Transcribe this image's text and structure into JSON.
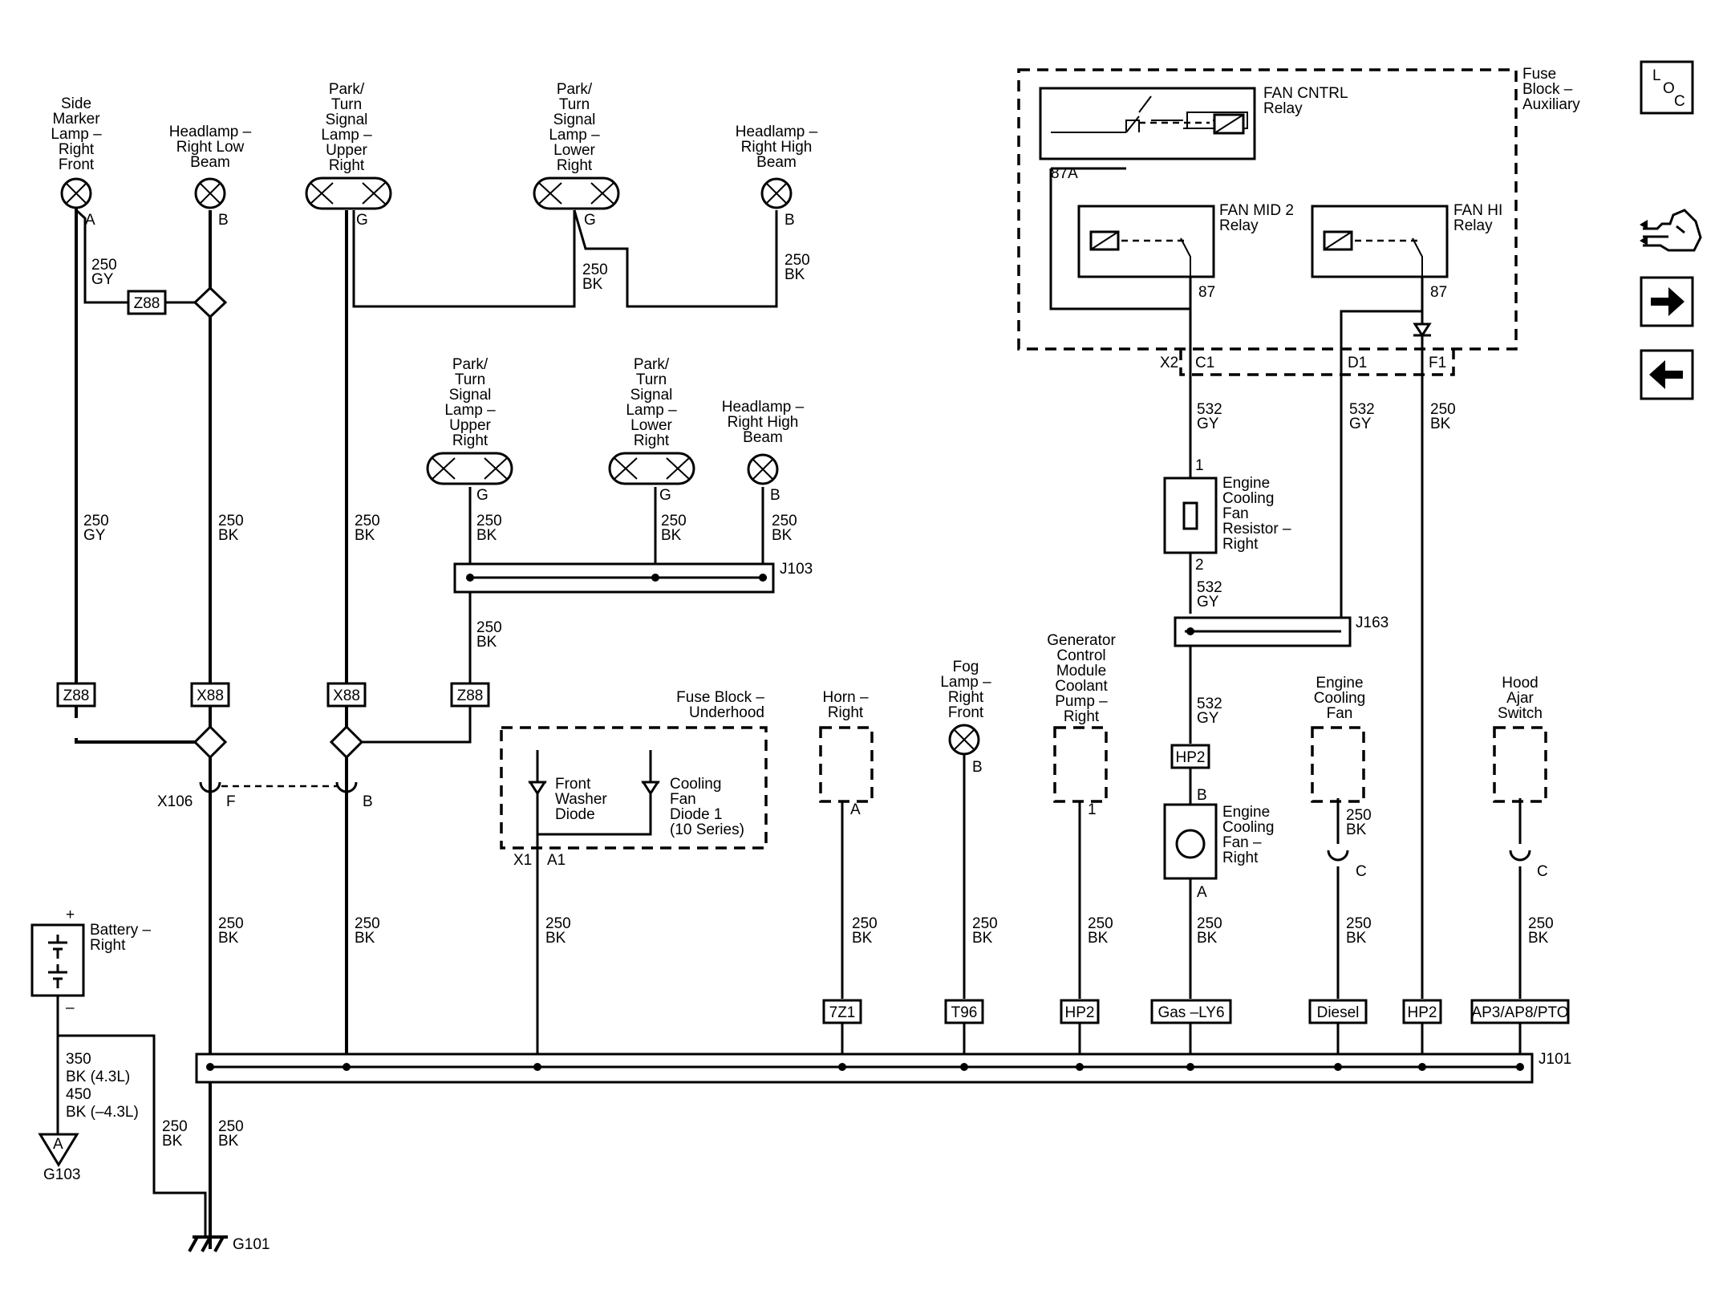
{
  "components": {
    "side_marker_lamp": [
      "Side",
      "Marker",
      "Lamp –",
      "Right",
      "Front"
    ],
    "headlamp_low": [
      "Headlamp –",
      "Right Low",
      "Beam"
    ],
    "park_upper_top": [
      "Park/",
      "Turn",
      "Signal",
      "Lamp –",
      "Upper",
      "Right"
    ],
    "park_lower_top": [
      "Park/",
      "Turn",
      "Signal",
      "Lamp –",
      "Lower",
      "Right"
    ],
    "headlamp_high_top": [
      "Headlamp –",
      "Right High",
      "Beam"
    ],
    "park_upper_mid": [
      "Park/",
      "Turn",
      "Signal",
      "Lamp –",
      "Upper",
      "Right"
    ],
    "park_lower_mid": [
      "Park/",
      "Turn",
      "Signal",
      "Lamp –",
      "Lower",
      "Right"
    ],
    "headlamp_high_mid": [
      "Headlamp –",
      "Right High",
      "Beam"
    ],
    "fuse_block_aux": [
      "Fuse",
      "Block –",
      "Auxiliary"
    ],
    "fan_cntrl_relay": [
      "FAN CNTRL",
      "Relay"
    ],
    "fan_mid2_relay": [
      "FAN MID 2",
      "Relay"
    ],
    "fan_hi_relay": [
      "FAN HI",
      "Relay"
    ],
    "fan_resistor": [
      "Engine",
      "Cooling",
      "Fan",
      "Resistor –",
      "Right"
    ],
    "fan_motor": [
      "Engine",
      "Cooling",
      "Fan –",
      "Right"
    ],
    "fuse_block_underhood": [
      "Fuse Block –",
      "Underhood"
    ],
    "front_washer_diode": [
      "Front",
      "Washer",
      "Diode"
    ],
    "cooling_fan_diode": [
      "Cooling",
      "Fan",
      "Diode 1",
      "(10 Series)"
    ],
    "horn": [
      "Horn –",
      "Right"
    ],
    "fog_lamp": [
      "Fog",
      "Lamp –",
      "Right",
      "Front"
    ],
    "generator_module": [
      "Generator",
      "Control",
      "Module",
      "Coolant",
      "Pump –",
      "Right"
    ],
    "engine_cooling_fan": [
      "Engine",
      "Cooling",
      "Fan"
    ],
    "hood_ajar_switch": [
      "Hood",
      "Ajar",
      "Switch"
    ],
    "battery": [
      "Battery –",
      "Right"
    ]
  },
  "pins": {
    "a": "A",
    "b": "B",
    "g": "G",
    "c": "C",
    "p87a": "87A",
    "p87": "87",
    "x2": "X2",
    "c1": "C1",
    "d1": "D1",
    "f1": "F1",
    "x1": "X1",
    "a1": "A1",
    "f": "F",
    "one": "1",
    "two": "2",
    "plus": "+",
    "minus": "–"
  },
  "wires": {
    "w250gy": [
      "250",
      "GY"
    ],
    "w250bk": [
      "250",
      "BK"
    ],
    "w532gy": [
      "532",
      "GY"
    ],
    "w350_450": [
      "350",
      "BK (4.3L)",
      "450",
      "BK (–4.3L)"
    ]
  },
  "options": {
    "z88": "Z88",
    "x88": "X88",
    "hp2": "HP2",
    "zz1": "7Z1",
    "t96": "T96",
    "gas_ly6": "Gas –LY6",
    "diesel": "Diesel",
    "ap3": "AP3/AP8/PTO"
  },
  "splices": {
    "j103": "J103",
    "j163": "J163",
    "j101": "J101"
  },
  "connectors": {
    "x106": "X106"
  },
  "grounds": {
    "g101": "G101",
    "g103": "G103",
    "a": "A"
  },
  "nav": {
    "loc": [
      "L",
      "O",
      "C"
    ],
    "icons": [
      "connector-icon",
      "arrow-right-icon",
      "arrow-left-icon"
    ]
  }
}
